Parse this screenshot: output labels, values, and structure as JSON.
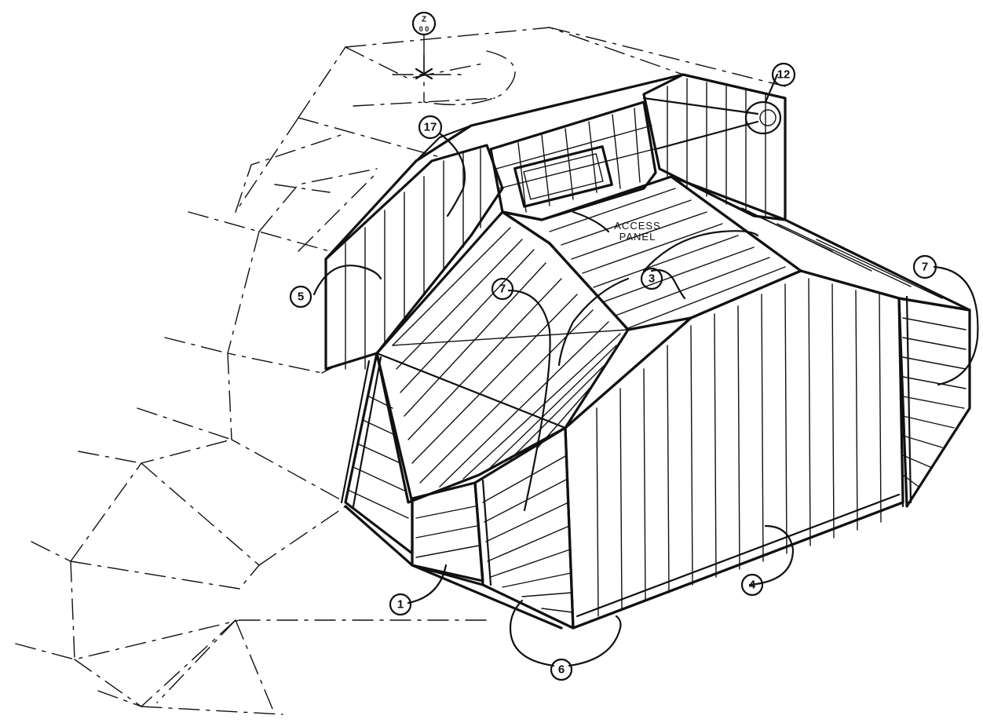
{
  "callouts": {
    "c1": "1",
    "c3": "3",
    "c4": "4",
    "c5": "5",
    "c6": "6",
    "c7_left": "7",
    "c7_right": "7",
    "c12": "12",
    "c17": "17",
    "top_symbol_upper": "Z",
    "top_symbol_lower": "0 0"
  },
  "labels": {
    "access_line1": "ACCESS",
    "access_line2": "PANEL"
  },
  "colors": {
    "ink": "#111111",
    "paper": "#ffffff"
  }
}
